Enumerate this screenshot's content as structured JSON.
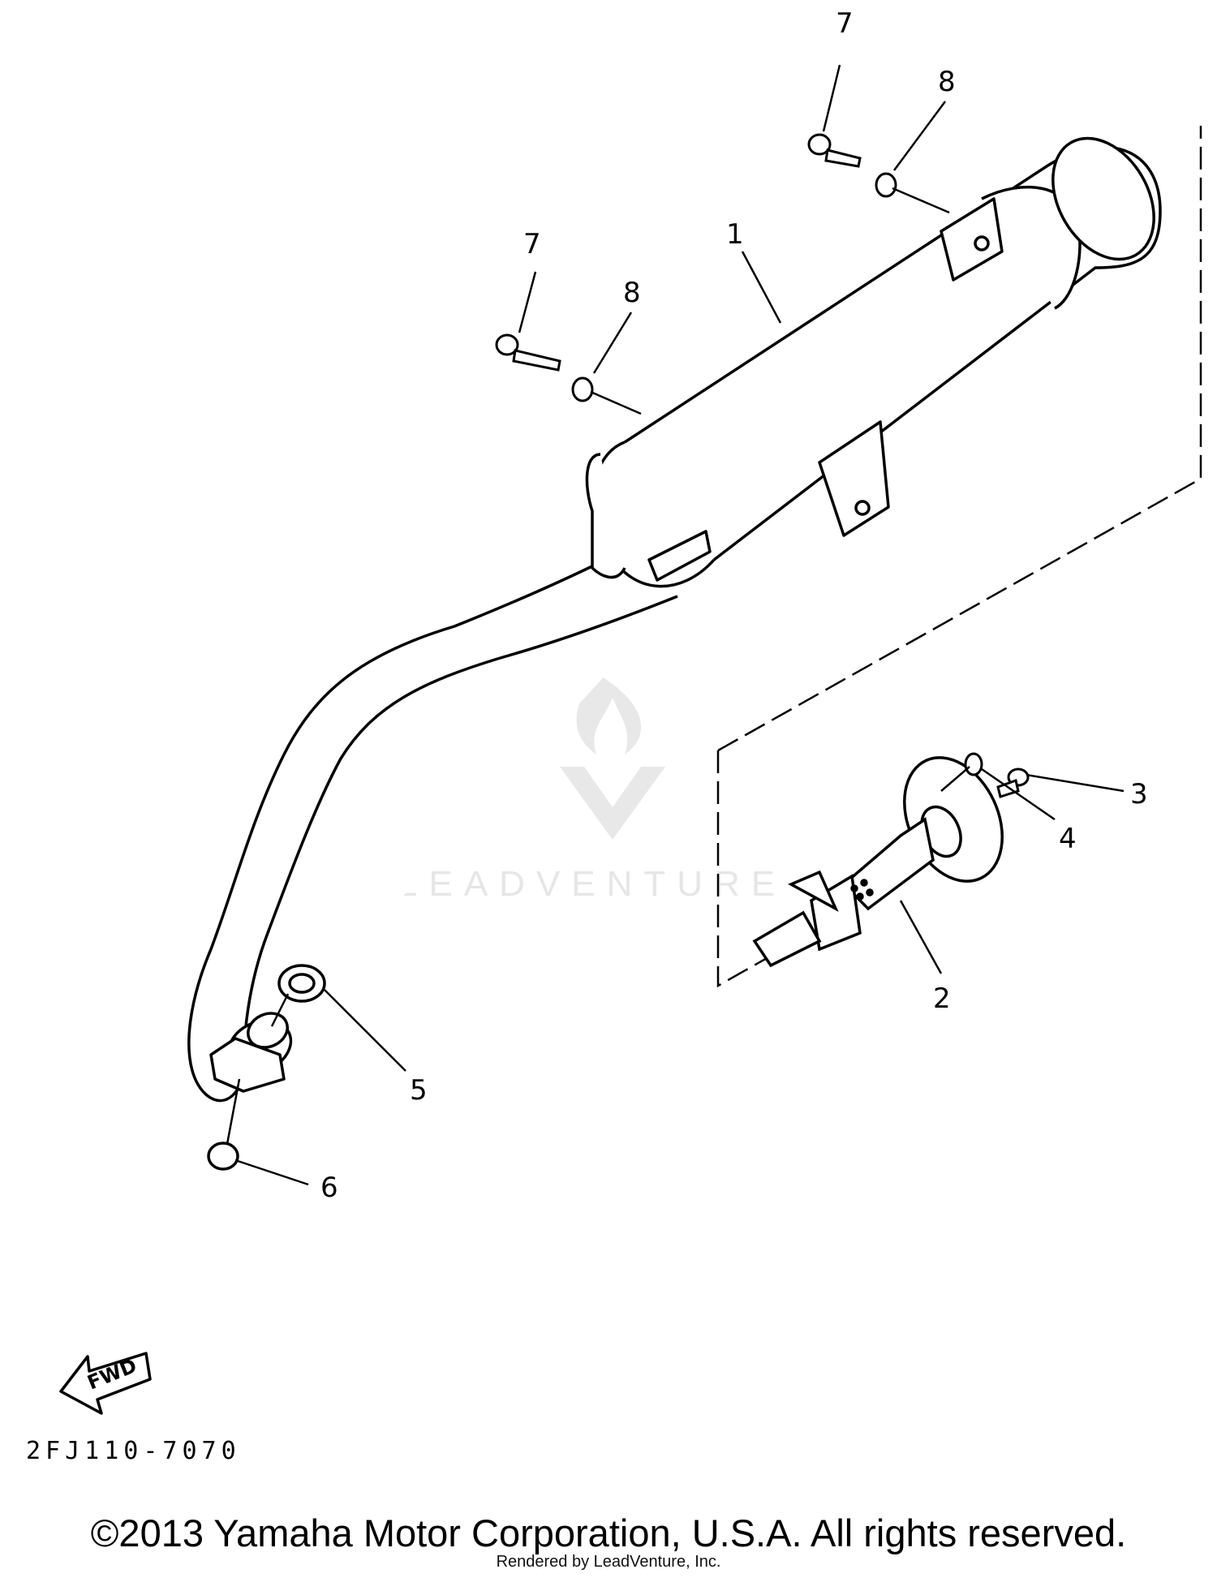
{
  "diagram": {
    "callouts": [
      "1",
      "2",
      "3",
      "4",
      "5",
      "6",
      "7",
      "7",
      "8",
      "8"
    ],
    "figure_code": "2FJ110-7070",
    "fwd_arrow_label": "FWD",
    "watermark": "LEADVENTURE"
  },
  "footer": {
    "copyright": "©2013 Yamaha Motor Corporation, U.S.A. All rights reserved.",
    "rendered_by": "Rendered by LeadVenture, Inc."
  }
}
